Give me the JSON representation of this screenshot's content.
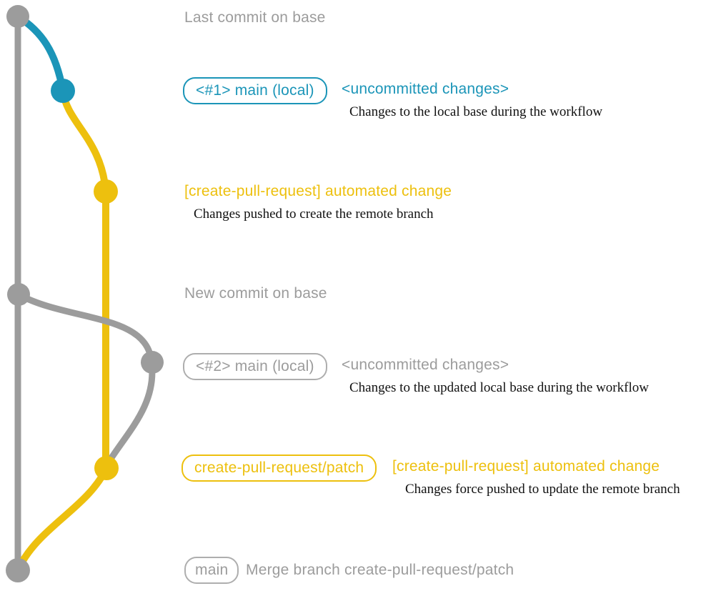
{
  "colors": {
    "gray": "#9c9c9c",
    "grayborder": "#aeaeae",
    "blue": "#1b95b8",
    "yellow": "#edc00e",
    "ink": "#111111"
  },
  "annotations": {
    "last_commit_label": "Last commit on base",
    "new_commit_label": "New commit on base",
    "merge_label": "Merge branch create-pull-request/patch"
  },
  "commit1": {
    "badge": "<#1> main (local)",
    "title": "<uncommitted changes>",
    "note": "Changes to the local base during the workflow"
  },
  "push1": {
    "title": "[create-pull-request] automated change",
    "note": "Changes pushed to create the remote branch"
  },
  "commit2": {
    "badge": "<#2> main (local)",
    "title": "<uncommitted changes>",
    "note": "Changes to the updated local base during the workflow"
  },
  "push2": {
    "badge": "create-pull-request/patch",
    "title": "[create-pull-request] automated change",
    "note": "Changes force pushed to update the remote branch"
  },
  "merge": {
    "badge": "main"
  }
}
